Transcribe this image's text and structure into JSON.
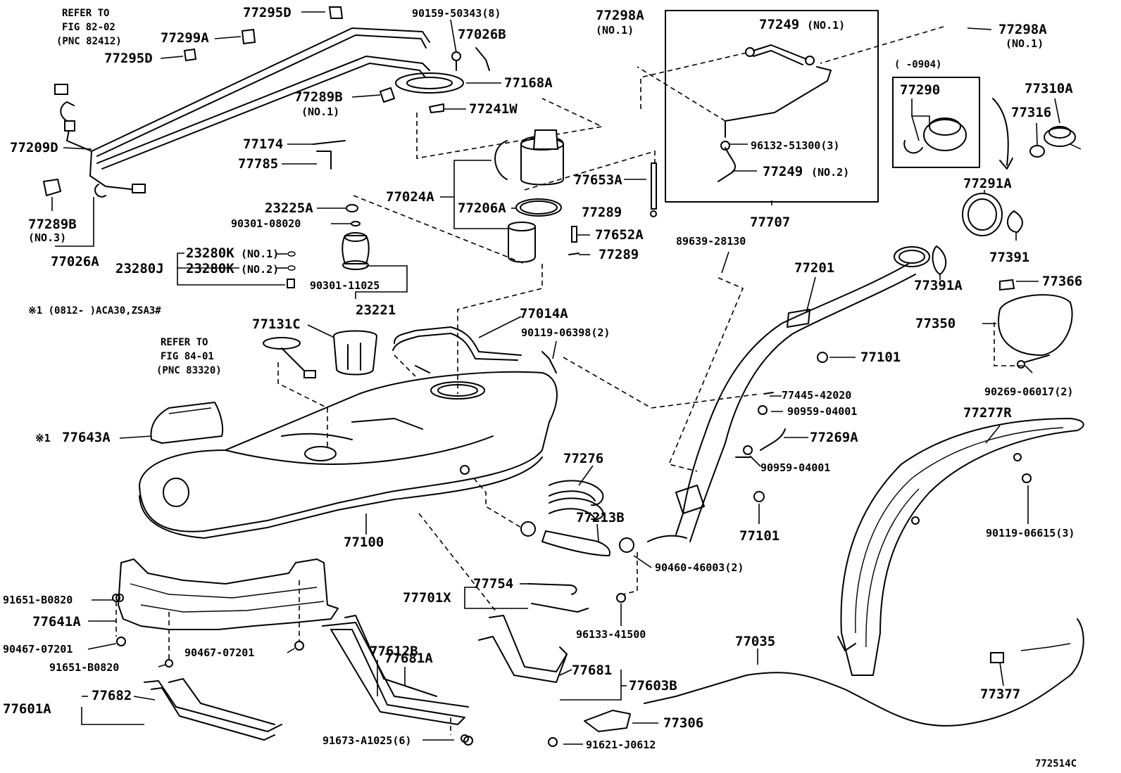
{
  "diagram_id": "772514C",
  "notes": {
    "refer1_l1": "REFER TO",
    "refer1_l2": "FIG 82-02",
    "refer1_l3": "(PNC 82412)",
    "refer2_l1": "REFER TO",
    "refer2_l2": "FIG 84-01",
    "refer2_l3": "(PNC 83320)",
    "footnote": "※1 (0812-   )ACA30,ZSA3#",
    "date_range": "(    -0904)",
    "star1": "※1"
  },
  "parts": {
    "p77295D_top": "77295D",
    "p77299A": "77299A",
    "p77295D_mid": "77295D",
    "p77209D": "77209D",
    "p77289B_no3": "77289B",
    "no3": "(NO.3)",
    "p77026A": "77026A",
    "p90159": "90159-50343(8)",
    "p77026B": "77026B",
    "p77168A": "77168A",
    "p77289B_no1": "77289B",
    "no1_a": "(NO.1)",
    "p77241W": "77241W",
    "p77174": "77174",
    "p77785": "77785",
    "p77298A_left": "77298A",
    "no1_b": "(NO.1)",
    "p77024A": "77024A",
    "p77206A": "77206A",
    "p23225A": "23225A",
    "p90301_08020": "90301-08020",
    "p23280K1": "23280K",
    "no1_c": "(NO.1)",
    "p23280J": "23280J",
    "p23280K2": "23280K",
    "no2_c": "(NO.2)",
    "p90301_11025": "90301-11025",
    "p23221": "23221",
    "p77249_no1": "77249",
    "no1_d": "(NO.1)",
    "p96132": "96132-51300(3)",
    "p77249_no2": "77249",
    "no2_d": "(NO.2)",
    "p77707": "77707",
    "p77653A": "77653A",
    "p77289_a": "77289",
    "p77652A": "77652A",
    "p77289_b": "77289",
    "p77298A_right": "77298A",
    "no1_e": "(NO.1)",
    "p77290": "77290",
    "p77310A": "77310A",
    "p77316": "77316",
    "p77291A": "77291A",
    "p77391": "77391",
    "p77391A": "77391A",
    "p77366": "77366",
    "p77350": "77350",
    "p90269": "90269-06017(2)",
    "p89639": "89639-28130",
    "p77201": "77201",
    "p77101_a": "77101",
    "p77445": "77445-42020",
    "p90959_a": "90959-04001",
    "p77269A": "77269A",
    "p90959_b": "90959-04001",
    "p77101_b": "77101",
    "p77277R": "77277R",
    "p90119_06615": "90119-06615(3)",
    "p77131C": "77131C",
    "p77014A": "77014A",
    "p90119_06398": "90119-06398(2)",
    "p77643A": "77643A",
    "p77100": "77100",
    "p77276": "77276",
    "p77213B": "77213B",
    "p90460": "90460-46003(2)",
    "p77754": "77754",
    "p77701X": "77701X",
    "p96133": "96133-41500",
    "p77035": "77035",
    "p77377": "77377",
    "p91651_a": "91651-B0820",
    "p77641A": "77641A",
    "p90467_a": "90467-07201",
    "p90467_b": "90467-07201",
    "p91651_b": "91651-B0820",
    "p77612B": "77612B",
    "p77681A": "77681A",
    "p77681": "77681",
    "p77603B": "77603B",
    "p77601A": "77601A",
    "p77682": "77682",
    "p91673": "91673-A1025(6)",
    "p77306": "77306",
    "p91621": "91621-J0612"
  }
}
